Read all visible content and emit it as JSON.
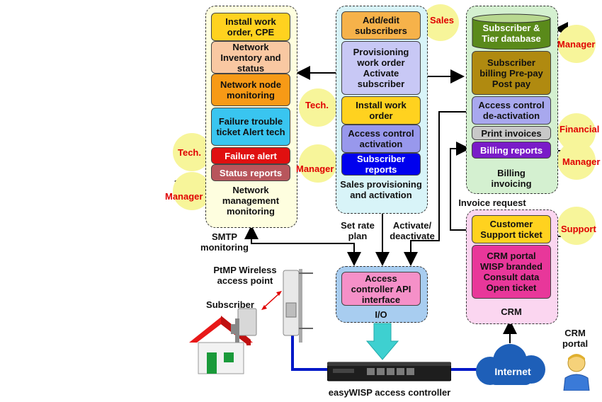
{
  "network_panel": {
    "boxes": [
      {
        "label": "Install work order, CPE",
        "color": "#ffd21f"
      },
      {
        "label": "Network Inventory and status",
        "color": "#f9c8a2"
      },
      {
        "label": "Network node monitoring",
        "color": "#f79a16"
      },
      {
        "label": "Failure trouble ticket Alert tech",
        "color": "#39c5f0"
      },
      {
        "label": "Failure alert",
        "color": "#e01010"
      },
      {
        "label": "Status reports",
        "color": "#b8565c"
      }
    ],
    "caption": "Network management monitoring"
  },
  "sales_panel": {
    "boxes": [
      {
        "label": "Add/edit subscribers",
        "color": "#f6b24a"
      },
      {
        "label": "Provisioning work order Activate subscriber",
        "color": "#c8c8f5"
      },
      {
        "label": "Install work order",
        "color": "#ffd21f"
      },
      {
        "label": "Access control activation",
        "color": "#9898ec"
      },
      {
        "label": "Subscriber reports",
        "color": "#0000ee"
      }
    ],
    "caption": "Sales provisioning and activation"
  },
  "billing_panel": {
    "boxes": [
      {
        "label": "Subscriber & Tier database",
        "color": "#5a8a1a"
      },
      {
        "label": "Subscriber billing Pre-pay Post pay",
        "color": "#b08a10"
      },
      {
        "label": "Access control de-activation",
        "color": "#a8a8ee"
      },
      {
        "label": "Print invoices",
        "color": "#c8c8c8"
      },
      {
        "label": "Billing reports",
        "color": "#7a1cc8"
      }
    ],
    "caption": "Billing invoicing"
  },
  "io_panel": {
    "box": "Access controller API interface",
    "caption": "I/O"
  },
  "crm_panel": {
    "boxes": [
      {
        "label": "Customer Support ticket",
        "color": "#ffd21f"
      },
      {
        "label": "CRM portal WISP branded Consult data Open ticket",
        "color": "#e8379a"
      }
    ],
    "caption": "CRM"
  },
  "roles": {
    "sales": "Sales",
    "tech1": "Tech.",
    "tech2": "Tech.",
    "manager1": "Manager",
    "manager2": "Manager",
    "manager3": "Manager",
    "manager4": "Manager",
    "financial": "Financial",
    "support": "Support"
  },
  "labels": {
    "smtp": "SMTP monitoring",
    "set_rate": "Set rate plan",
    "activate": "Activate/ deactivate",
    "invoice_request": "Invoice request",
    "ptmp": "PtMP Wireless access point",
    "subscriber": "Subscriber",
    "controller": "easyWISP access controller",
    "internet": "Internet",
    "crm_portal": "CRM portal"
  }
}
